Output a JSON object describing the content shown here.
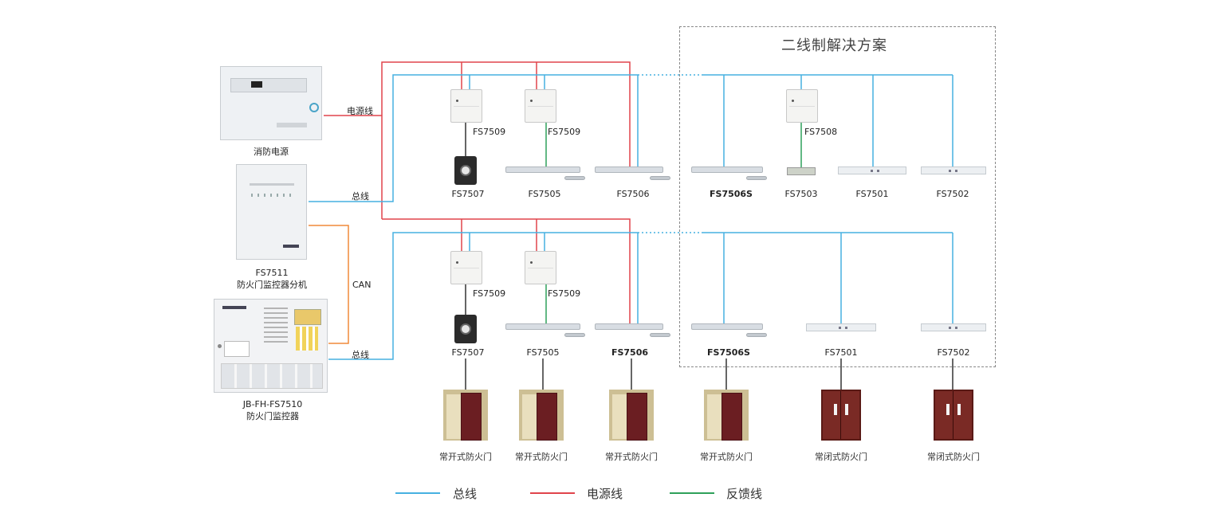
{
  "title": "二线制解决方案",
  "colors": {
    "bus": "#46b1e1",
    "power": "#e0444b",
    "feedback": "#2ea05a",
    "can": "#f08a3a"
  },
  "controllers": {
    "power_supply": "消防电源",
    "sub_unit": {
      "model": "FS7511",
      "name": "防火门监控器分机"
    },
    "main_unit": {
      "model": "JB-FH-FS7510",
      "name": "防火门监控器"
    }
  },
  "wire_labels": {
    "power": "电源线",
    "bus_top": "总线",
    "bus_bottom": "总线",
    "can": "CAN"
  },
  "top_row": {
    "modules": [
      "FS7509",
      "FS7509",
      "FS7508"
    ],
    "devices": [
      "FS7507",
      "FS7505",
      "FS7506",
      "FS7506S",
      "FS7503",
      "FS7501",
      "FS7502"
    ]
  },
  "bottom_row": {
    "modules": [
      "FS7509",
      "FS7509"
    ],
    "devices": [
      "FS7507",
      "FS7505",
      "FS7506",
      "FS7506S",
      "FS7501",
      "FS7502"
    ]
  },
  "doors": [
    "常开式防火门",
    "常开式防火门",
    "常开式防火门",
    "常开式防火门",
    "常闭式防火门",
    "常闭式防火门"
  ],
  "legend": [
    {
      "label": "总线",
      "color": "#46b1e1"
    },
    {
      "label": "电源线",
      "color": "#e0444b"
    },
    {
      "label": "反馈线",
      "color": "#2ea05a"
    }
  ]
}
